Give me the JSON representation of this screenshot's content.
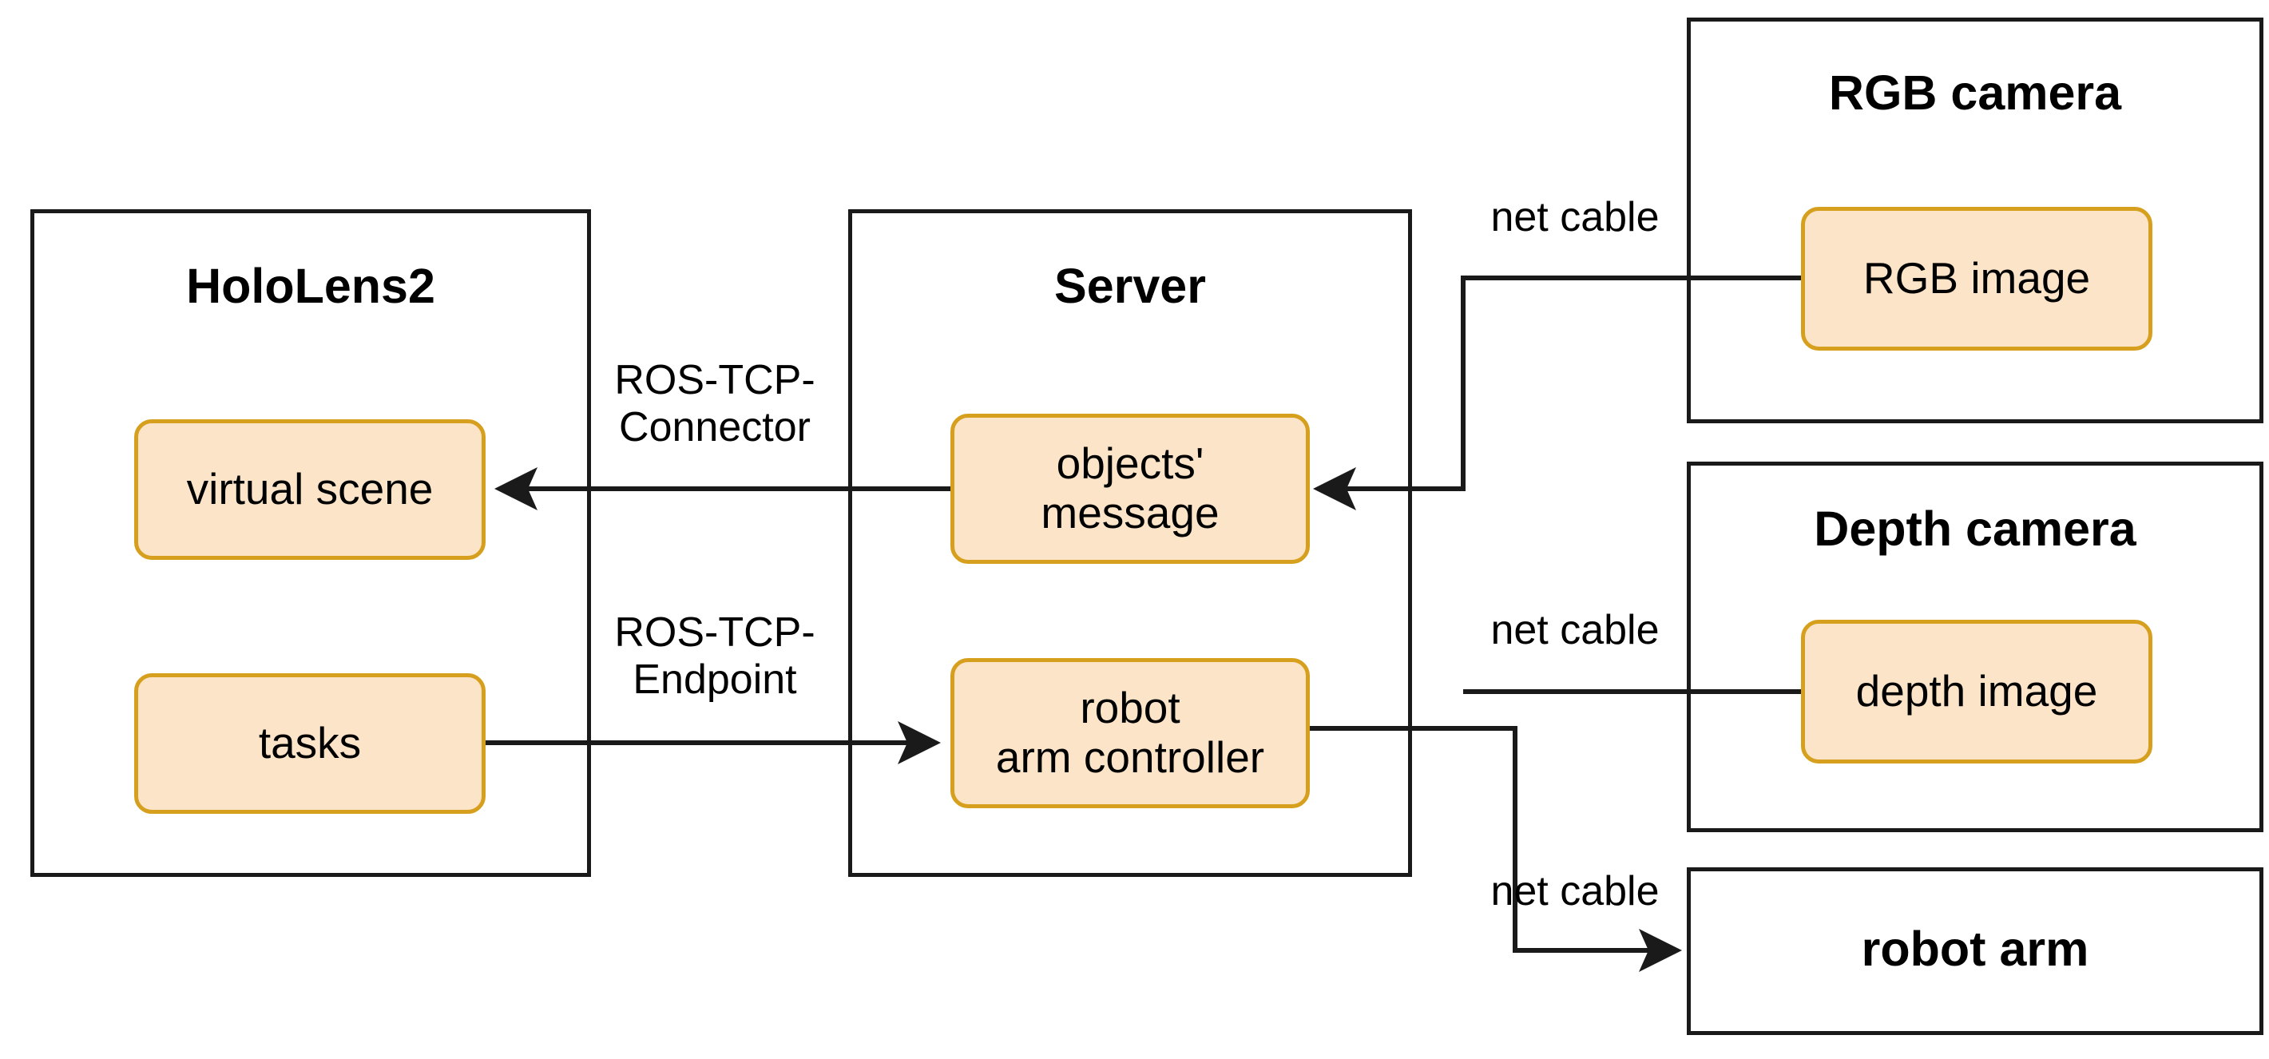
{
  "diagram": {
    "title": "HoloLens2 / Server / sensors system architecture",
    "colors": {
      "node_fill": "#fce4c8",
      "node_border": "#d6a01e",
      "container_border": "#1a1a1a",
      "wire": "#1a1a1a",
      "text": "#000000",
      "background": "#ffffff"
    }
  },
  "containers": [
    {
      "id": "hololens2",
      "title": "HoloLens2"
    },
    {
      "id": "server",
      "title": "Server"
    },
    {
      "id": "rgb_camera",
      "title": "RGB camera"
    },
    {
      "id": "depth_camera",
      "title": "Depth camera"
    },
    {
      "id": "robot_arm",
      "title": "robot arm"
    }
  ],
  "nodes": [
    {
      "id": "virtual_scene",
      "label": "virtual scene",
      "parent": "hololens2"
    },
    {
      "id": "tasks",
      "label": "tasks",
      "parent": "hololens2"
    },
    {
      "id": "objects_message",
      "label": "objects'\nmessage",
      "parent": "server"
    },
    {
      "id": "robot_arm_controller",
      "label": "robot\narm controller",
      "parent": "server"
    },
    {
      "id": "rgb_image",
      "label": "RGB image",
      "parent": "rgb_camera"
    },
    {
      "id": "depth_image",
      "label": "depth image",
      "parent": "depth_camera"
    }
  ],
  "edge_labels": [
    {
      "id": "ros_tcp_connector",
      "label": "ROS-TCP-\nConnector"
    },
    {
      "id": "ros_tcp_endpoint",
      "label": "ROS-TCP-\nEndpoint"
    },
    {
      "id": "net_cable_rgb",
      "label": "net cable"
    },
    {
      "id": "net_cable_depth",
      "label": "net cable"
    },
    {
      "id": "net_cable_arm",
      "label": "net cable"
    }
  ],
  "edges": [
    {
      "id": "objects-to-virtual-scene",
      "from": "objects_message",
      "to": "virtual_scene",
      "label": "ROS-TCP-Connector",
      "arrow": "to"
    },
    {
      "id": "tasks-to-arm-controller",
      "from": "tasks",
      "to": "robot_arm_controller",
      "label": "ROS-TCP-Endpoint",
      "arrow": "to"
    },
    {
      "id": "rgb-to-objects",
      "from": "rgb_image",
      "to": "objects_message",
      "label": "net cable",
      "arrow": "to"
    },
    {
      "id": "depth-to-objects",
      "from": "depth_image",
      "to": "objects_message",
      "label": "net cable",
      "arrow": "to"
    },
    {
      "id": "arm-controller-to-robot",
      "from": "robot_arm_controller",
      "to": "robot_arm",
      "label": "net cable",
      "arrow": "to"
    }
  ]
}
